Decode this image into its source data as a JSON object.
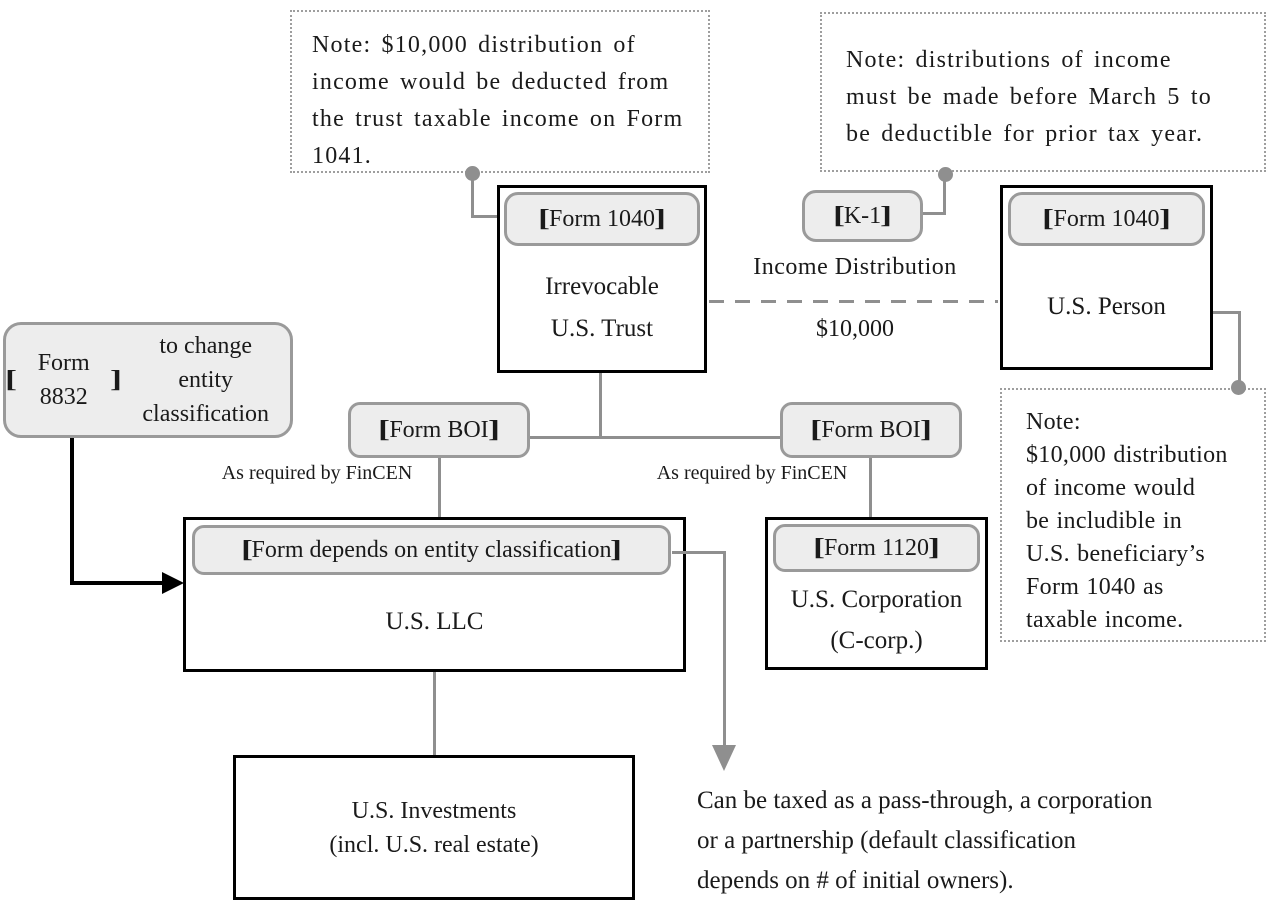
{
  "notes": {
    "trust_deduction": "Note: $10,000 distribution of\nincome would be deducted from\nthe trust taxable income on Form\n1041.",
    "distribution_timing": "Note: distributions of income\nmust be made before March 5 to\nbe deductible for prior tax year.",
    "beneficiary_inclusion": "Note:\n$10,000 distribution\nof income would\nbe includible in\nU.S. beneficiary’s\nForm 1040 as\ntaxable income."
  },
  "nodes": {
    "trust": {
      "form": "【Form 1040 】",
      "name": "Irrevocable\nU.S. Trust"
    },
    "person": {
      "form": "【Form 1040 】",
      "name": "U.S. Person"
    },
    "llc": {
      "form": "【 Form depends on entity classification 】",
      "name": "U.S. LLC"
    },
    "corp": {
      "form": "【Form 1120 】",
      "name": "U.S. Corporation\n(C-corp.)"
    },
    "investments": {
      "name": "U.S. Investments\n(incl. U.S. real estate)"
    }
  },
  "tags": {
    "k1": "【K-1 】",
    "form_8832": "【Form 8832 】to change\nentity classification",
    "boi_left": "【Form BOI 】",
    "boi_right": "【Form BOI 】"
  },
  "captions": {
    "fincen_left": "As required by FinCEN",
    "fincen_right": "As required by FinCEN",
    "income_distribution": "Income Distribution",
    "amount": "$10,000",
    "llc_taxation": "Can be taxed as a pass-through, a corporation\nor a partnership (default classification\ndepends on # of initial owners)."
  },
  "colors": {
    "connector_gray": "#8f8f8f",
    "box_border_black": "#000000",
    "tag_fill": "#ededed",
    "tag_border": "#9a9a9a",
    "note_border": "#9e9e9e"
  }
}
